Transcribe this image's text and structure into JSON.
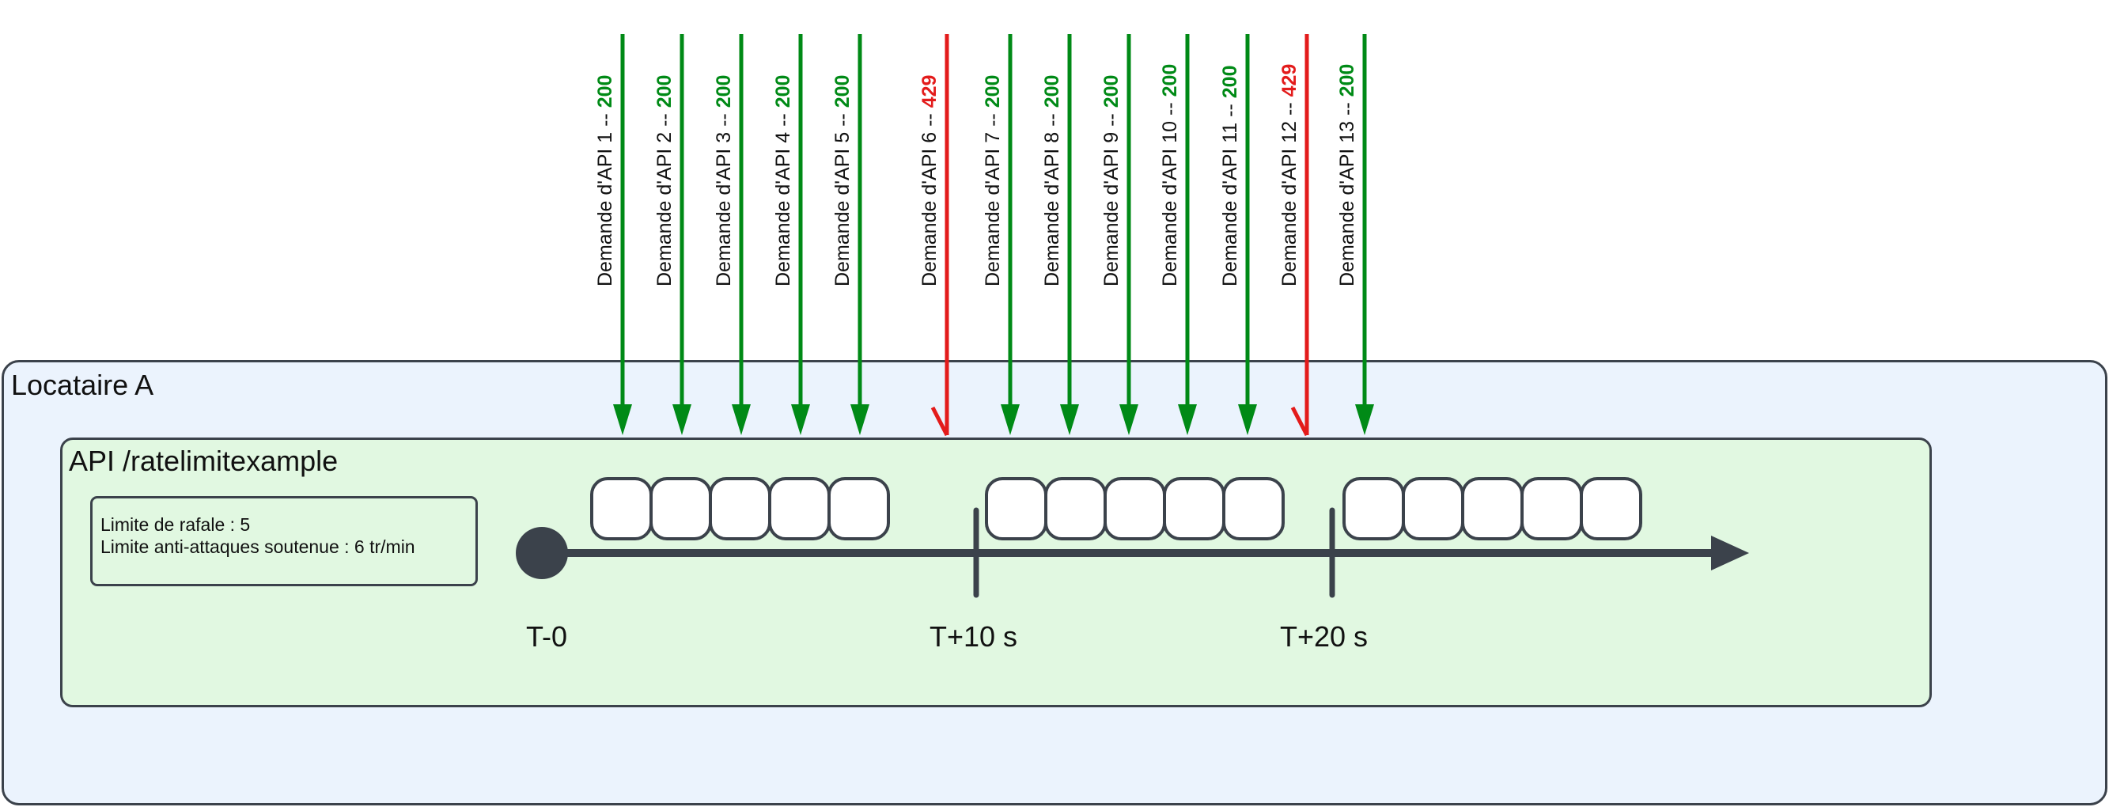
{
  "outer_container": {
    "title": "Locataire A"
  },
  "api_container": {
    "title": "API /ratelimitexample"
  },
  "info": {
    "line1": "Limite de rafale : 5",
    "line2": "Limite anti-attaques soutenue : 6 tr/min"
  },
  "colors": {
    "success": "#008a16",
    "rejected": "#e31b1b",
    "stroke": "#3b424b",
    "outer_bg": "#ebf3fd",
    "inner_bg": "#e1f8e1"
  },
  "requests": [
    {
      "label": "Demande d'API 1 -- ",
      "status": "200",
      "ok": true
    },
    {
      "label": "Demande d'API 2 -- ",
      "status": "200",
      "ok": true
    },
    {
      "label": "Demande d'API 3 -- ",
      "status": "200",
      "ok": true
    },
    {
      "label": "Demande d'API 4 -- ",
      "status": "200",
      "ok": true
    },
    {
      "label": "Demande d'API 5 -- ",
      "status": "200",
      "ok": true
    },
    {
      "label": "Demande d'API 6 -- ",
      "status": "429",
      "ok": false
    },
    {
      "label": "Demande d'API 7 -- ",
      "status": "200",
      "ok": true
    },
    {
      "label": "Demande d'API 8 -- ",
      "status": "200",
      "ok": true
    },
    {
      "label": "Demande d'API 9 -- ",
      "status": "200",
      "ok": true
    },
    {
      "label": "Demande d'API 10 -- ",
      "status": "200",
      "ok": true
    },
    {
      "label": "Demande d'API 11 -- ",
      "status": "200",
      "ok": true
    },
    {
      "label": "Demande d'API 12 -- ",
      "status": "429",
      "ok": false
    },
    {
      "label": "Demande d'API 13 -- ",
      "status": "200",
      "ok": true
    }
  ],
  "timeline": {
    "labels": [
      "T-0",
      "T+10 s",
      "T+20 s"
    ],
    "bucket_groups": 3,
    "tokens_per_group": 5
  }
}
